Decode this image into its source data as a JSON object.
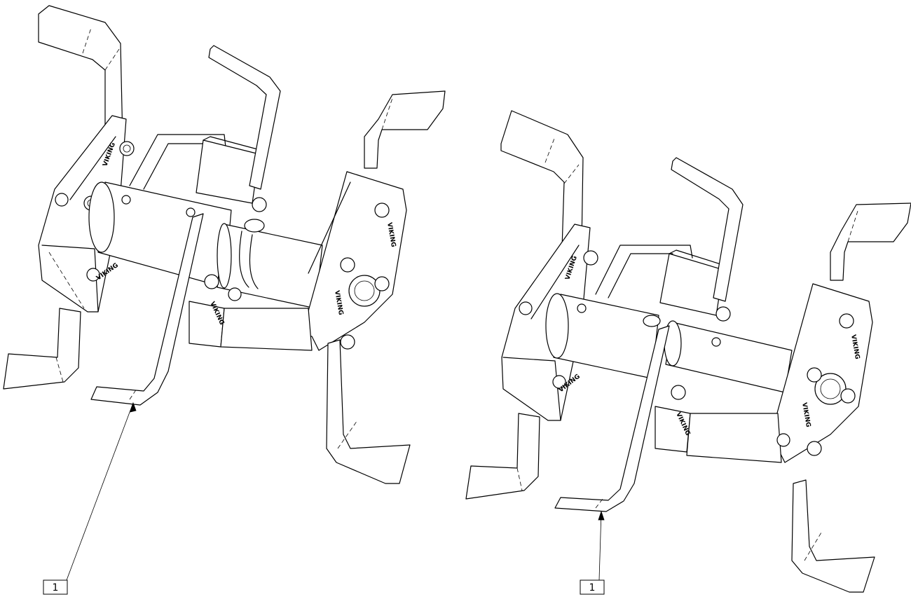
{
  "callouts": [
    {
      "label": "1"
    },
    {
      "label": "1"
    }
  ],
  "part_stamp": "VIKING",
  "line_color": "#000000",
  "background_color": "#ffffff"
}
